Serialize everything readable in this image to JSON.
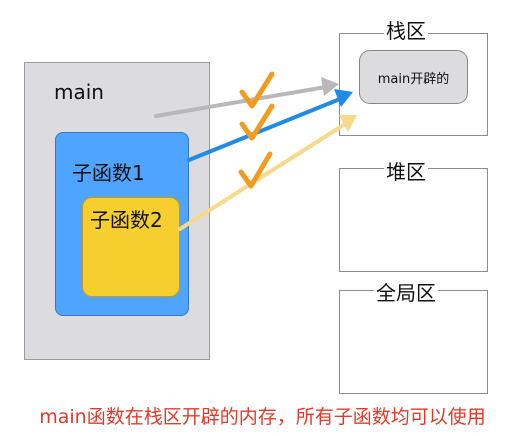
{
  "main_block": {
    "label": "main"
  },
  "sub_function_1": {
    "label": "子函数1"
  },
  "sub_function_2": {
    "label": "子函数2"
  },
  "memory_regions": {
    "stack": {
      "label": "栈区",
      "allocation": "main开辟的"
    },
    "heap": {
      "label": "堆区"
    },
    "global": {
      "label": "全局区"
    }
  },
  "caption": "main函数在栈区开辟的内存，所有子函数均可以使用",
  "arrows": [
    {
      "from": "main",
      "to": "stack-allocation",
      "color": "#b8b8b8",
      "checked": true
    },
    {
      "from": "子函数1",
      "to": "stack-allocation",
      "color": "#1f8be8",
      "checked": true
    },
    {
      "from": "子函数2",
      "to": "stack-allocation",
      "color": "#f8d98a",
      "checked": true
    }
  ],
  "colors": {
    "main_fill": "#dcdcdf",
    "sub1_fill": "#4fa4ff",
    "sub2_fill": "#f6cf2f",
    "check_mark": "#f29c1f",
    "caption": "#e23a2a"
  }
}
